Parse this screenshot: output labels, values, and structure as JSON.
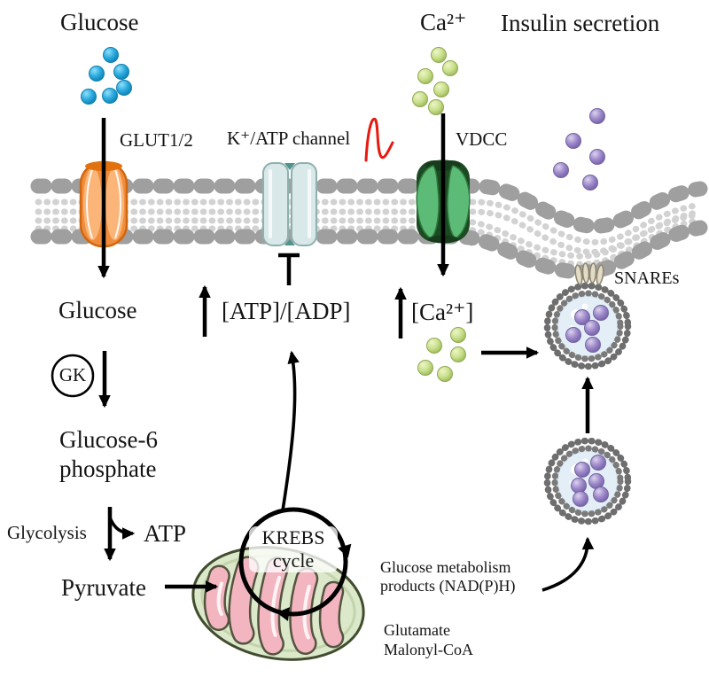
{
  "labels": {
    "glucose_extracellular": "Glucose",
    "calcium_ion": "Ca²⁺",
    "insulin_secretion": "Insulin secretion",
    "glut_transporter": "GLUT1/2",
    "katp_channel": "K⁺/ATP channel",
    "vdcc_channel": "VDCC",
    "snares": "SNAREs",
    "glucose_intracellular": "Glucose",
    "gk_enzyme": "GK",
    "glucose6_line1": "Glucose-6",
    "glucose6_line2": "phosphate",
    "glycolysis": "Glycolysis",
    "atp": "ATP",
    "pyruvate": "Pyruvate",
    "atp_adp_ratio": "[ATP]/[ADP]",
    "calcium_intracellular": "[Ca²⁺]",
    "krebs_line1": "KREBS",
    "krebs_line2": "cycle",
    "metabolism_line1": "Glucose metabolism",
    "metabolism_line2": "products (NAD(P)H)",
    "glutamate": "Glutamate",
    "malonyl_coa": "Malonyl-CoA"
  },
  "colors": {
    "glut_orange": "#f08d3c",
    "katp_blue": "#d9e9ea",
    "vdcc_green": "#5cbb76",
    "action_potential_red": "#e8190f",
    "glucose_dot_blue": "#29a8de",
    "calcium_dot_green": "#c9e08b",
    "insulin_dot_purple": "#9b87c8",
    "membrane_gray": "#9f9f9f"
  }
}
